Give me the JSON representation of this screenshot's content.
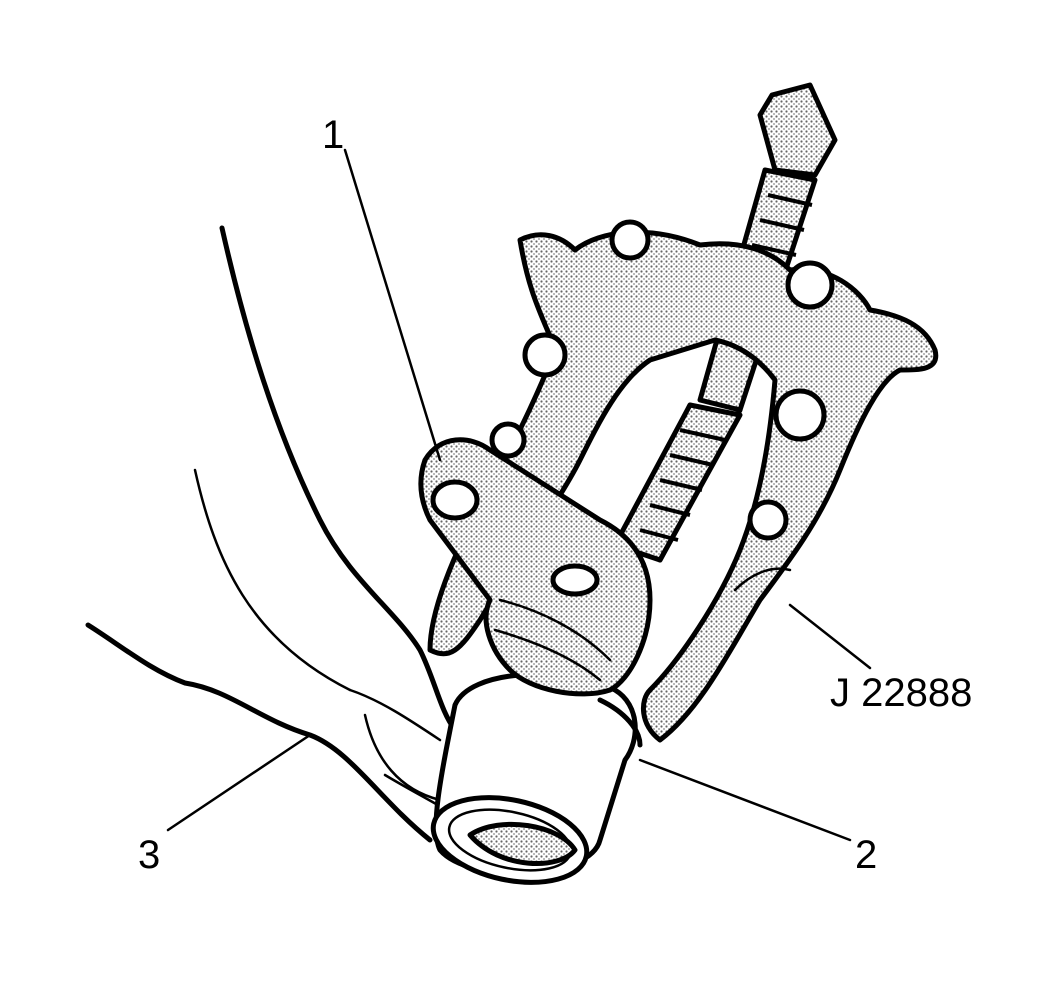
{
  "callouts": {
    "one": "1",
    "two": "2",
    "three": "3",
    "tool": "J 22888"
  },
  "colors": {
    "ink": "#000000",
    "paper": "#ffffff",
    "stipple": "#9a9a9a"
  }
}
